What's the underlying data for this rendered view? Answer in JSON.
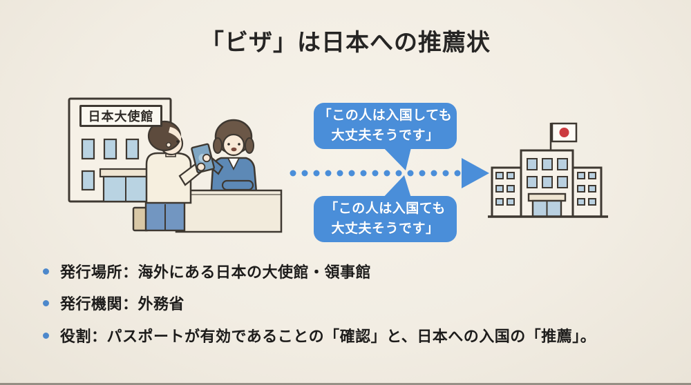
{
  "title": "「ビザ」は日本への推薦状",
  "illustration": {
    "embassy_sign": "日本大使館",
    "bubble_top": {
      "line1": "「この人は入国しても",
      "line2": "大丈夫そうです」"
    },
    "bubble_bottom": {
      "line1": "「この人は入国ても",
      "line2": "大丈夫そうです」"
    },
    "icons": {
      "embassy_building": "embassy-building-icon",
      "passport": "passport-icon",
      "service_counter": "service-counter",
      "dotted_arrow": "dotted-arrow-icon",
      "government_building": "government-building-icon",
      "japan_flag": "japan-flag-icon"
    }
  },
  "bullets": [
    {
      "label": "発行場所：",
      "text": "海外にある日本の大使館・領事館"
    },
    {
      "label": "発行機関：",
      "text": "外務省"
    },
    {
      "label": "役割：",
      "text": "パスポートが有効であることの「確認」と、日本への入国の「推薦」。"
    }
  ],
  "colors": {
    "background": "#f2ede3",
    "accent_blue": "#4a8ed9",
    "bullet_dot_blue": "#4d88cb",
    "outline_dark": "#3e3831",
    "window_blue": "#b9d3e2",
    "building_cream": "#f6f1e7",
    "jacket_blue": "#5d89b6",
    "jeans_blue": "#7296c1",
    "passport_blue": "#7fa6c3",
    "flag_red": "#cc3b40",
    "title_text": "#262524",
    "body_text": "#1d1c1b"
  }
}
